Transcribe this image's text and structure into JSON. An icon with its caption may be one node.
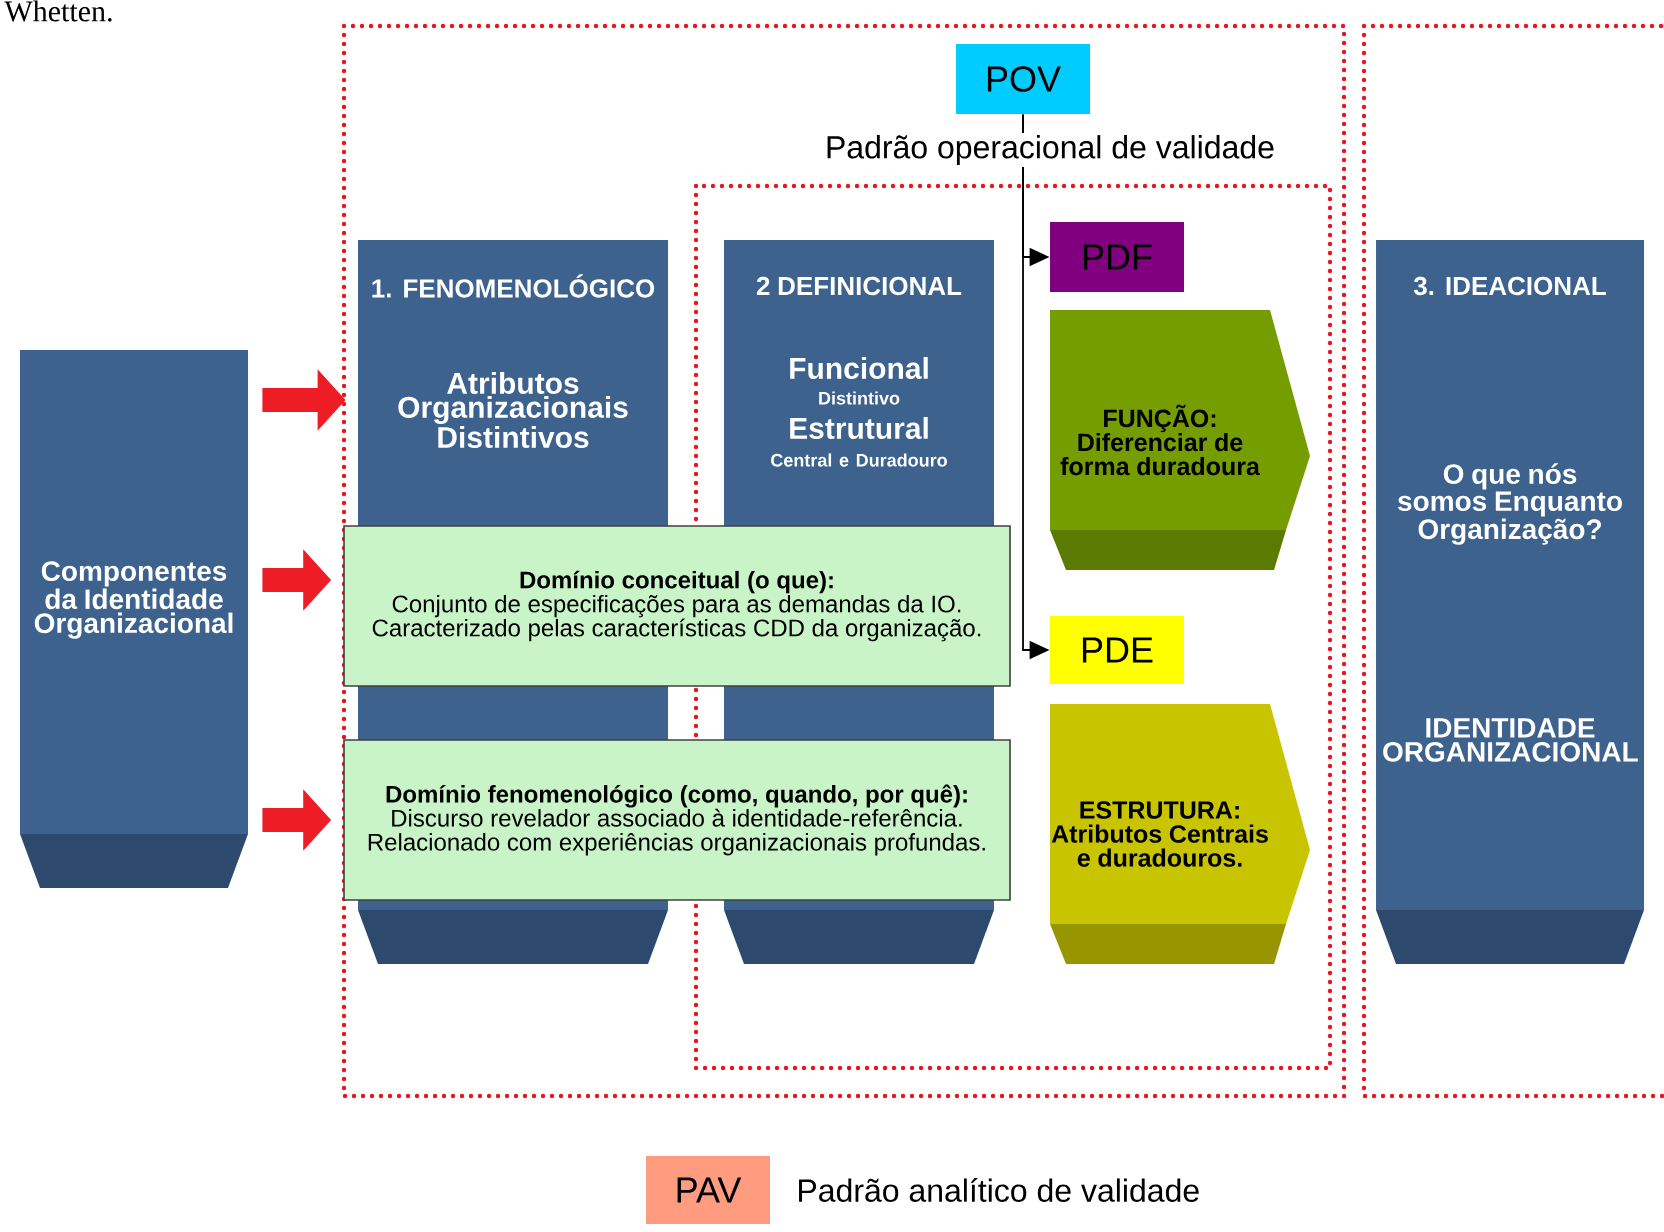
{
  "diagram": {
    "nodes": [
      {
        "text": [
          "Componentes da Identidade Organizacional"
        ]
      },
      {
        "text": [
          "1. FENOMENOLÓGICO",
          "Atributos Organizacionais Distintivos"
        ]
      },
      {
        "text": [
          "2 DEFINICIONAL",
          "Funcional",
          "Distintivo",
          "Estrutural",
          "Central e Duradouro"
        ]
      },
      {
        "text": [
          "POV"
        ],
        "beside": [
          "Padrão operacional de validade"
        ]
      },
      {
        "text": [
          "PDF"
        ]
      },
      {
        "text": [
          "FUNÇÃO:",
          "Diferenciar de forma duradoura"
        ]
      },
      {
        "text": [
          "PDE"
        ]
      },
      {
        "text": [
          "ESTRUTURA:",
          "Atributos Centrais e duradouros."
        ]
      },
      {
        "text": [
          "3. IDEACIONAL",
          "O que nós somos Enquanto Organização?",
          "IDENTIDADE ORGANIZACIONAL"
        ]
      },
      {
        "text": [
          "Domínio conceitual (o que):",
          "Conjunto de especificações para as demandas da IO. Caracterizado pelas características CDD da organização."
        ]
      },
      {
        "text": [
          "Domínio fenomenológico (como, quando, por quê):",
          "Discurso revelador associado à identidade-referência. Relacionado com experiências organizacionais profundas."
        ]
      },
      {
        "text": [
          "PAV"
        ],
        "beside": [
          "Padrão analítico de validade"
        ]
      }
    ],
    "edges": [
      {
        "from": 0,
        "to": 1,
        "arrow": "to"
      },
      {
        "from": 0,
        "to": 9,
        "arrow": "to"
      },
      {
        "from": 0,
        "to": 10,
        "arrow": "to"
      },
      {
        "from": 3,
        "to": 4,
        "arrow": "to",
        "color": "#000000"
      },
      {
        "from": 3,
        "to": 6,
        "arrow": "to",
        "color": "#000000"
      }
    ],
    "labels": [
      "Whetten."
    ]
  }
}
